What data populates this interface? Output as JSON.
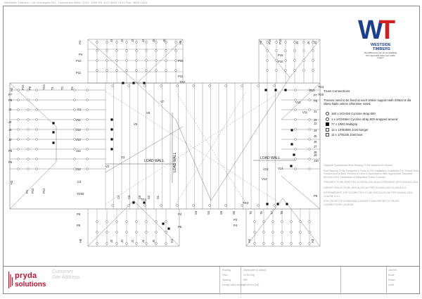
{
  "header": {
    "address": "Westside Timbers  •  26 Carrington Rd., Towoomba West, QLD, 4350  Ph: (07) 4633 2411  Fax: 4634 1316"
  },
  "logo": {
    "mark_w": "W",
    "mark_t": "T",
    "brand_line1": "WESTSIDE",
    "brand_line2": "TIMBERS",
    "tagline": "The difficult we can do immediately, the impossible takes just a little longer!"
  },
  "connections": {
    "title": "Truss Connections",
    "instruction": "Trusses need to be fixed at each timber support with 2/65x2.8 dia Skew Nails unless otherwise noted.",
    "legend": [
      {
        "icon": "circ",
        "text": "160 x 1/GHS6 Cyclone strap 600"
      },
      {
        "icon": "ring",
        "text": "1 x 1/GHS6er Cyclone strap 600 wrapped around"
      },
      {
        "icon": "sq",
        "text": "77 x 1/MG Multigrip"
      },
      {
        "icon": "box",
        "text": "12 x 1/FB3590 Joist hanger"
      },
      {
        "icon": "box",
        "text": "11 x 1/TBJ35 Joist boot"
      }
    ]
  },
  "notes": [
    "Diagonal Speedbrace Roof Bracing To Be Installed As Shown.",
    "Roof Bracing To Be Designed & Fixed As Per Installation Guidelines For Timber Roof Trusses And Is Built, Erected & Fixed In Accordance With Appropriate Standard AS4440-2004 'Installation of Nailplated Timber Trusses'.",
    "TRUSSES TO BE ERECTED & INSTALLED IN ACCORDANCE WITH AS4440-2004",
    "GIRDER TRUSS TO BE INSTALLED AS PER AS4440-2004 CLAUSE 6.2",
    "INTERMEDIATE TOP CHORD TIES TO BE INSTALLED AS PER AS4440-2004 CLAUSE 6.4.2",
    "FOR TRUSS TIE DOWN AND CONNECTIONS REFER TO TRUSS CONNECTIONS LEGEND"
  ],
  "plan_labels": {
    "load_wall_1": "LOAD WALL",
    "load_wall_2": "LOAD WALL",
    "load_wall_3": "LOAD WALL"
  },
  "title_block": {
    "pryda_line1": "pryda",
    "pryda_line2": "solutions",
    "customer_label": "Customer",
    "site_label": "Site Address",
    "rows": [
      "Roofing",
      "Pitch",
      "Spacing",
      "Design Wind Velocity"
    ],
    "values": [
      "Sheet steel (0.48mm)",
      "22.50 Deg",
      "900",
      "48.00 m/s (N3)"
    ],
    "job_label": "Job Ref.",
    "job_rows": [
      "Scale",
      "Drawn",
      "Level"
    ]
  }
}
